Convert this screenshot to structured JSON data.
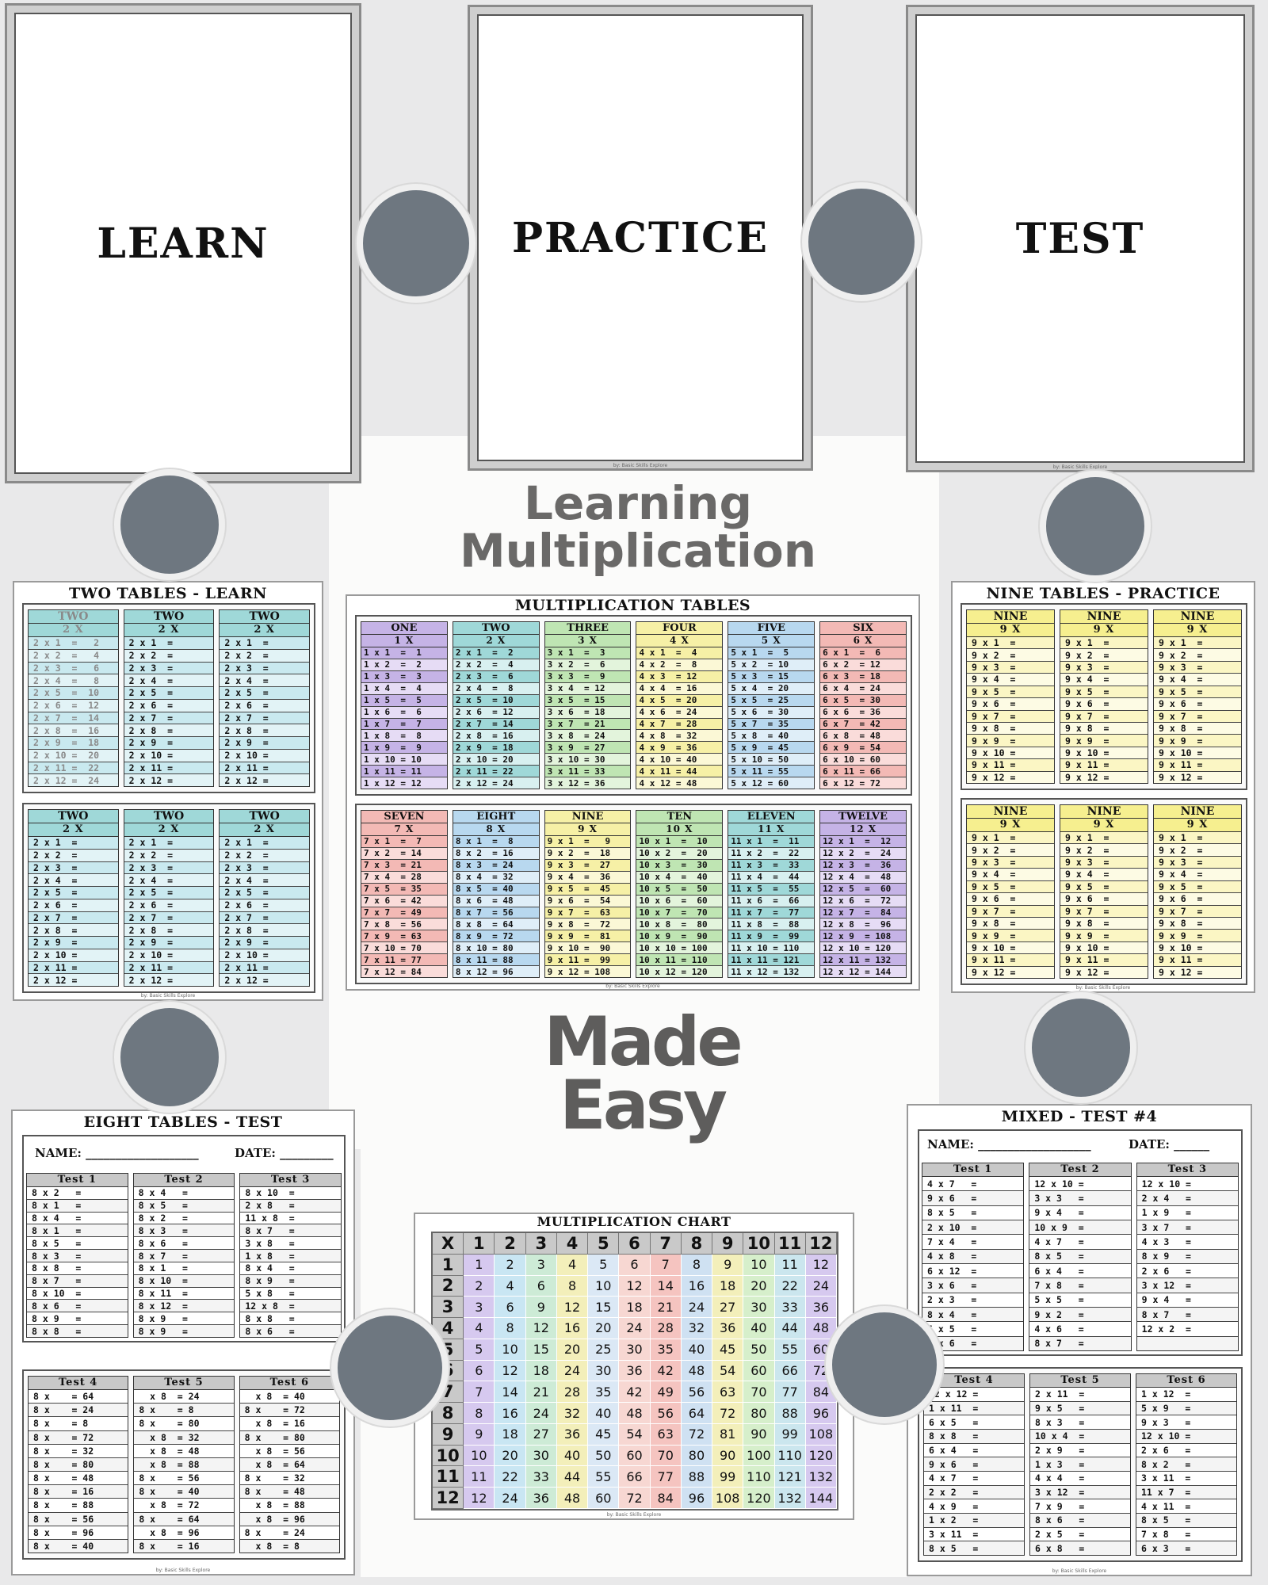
{
  "cards": [
    {
      "word": "LEARN"
    },
    {
      "word": "PRACTICE",
      "credit": "by: Basic Skills Explore"
    },
    {
      "word": "TEST",
      "credit": "by: Basic Skills Explore"
    }
  ],
  "headline": {
    "top": "Learning Multiplication",
    "bottom": "Made Easy"
  },
  "two_tables_learn": {
    "title": "TWO TABLES - LEARN",
    "column_name": "TWO",
    "column_head": "2 X",
    "answered": [
      "2 x 1  =   2",
      "2 x 2  =   4",
      "2 x 3  =   6",
      "2 x 4  =   8",
      "2 x 5  =  10",
      "2 x 6  =  12",
      "2 x 7  =  14",
      "2 x 8  =  16",
      "2 x 9  =  18",
      "2 x 10 =  20",
      "2 x 11 =  22",
      "2 x 12 =  24"
    ],
    "blank": [
      "2 x 1  =",
      "2 x 2  =",
      "2 x 3  =",
      "2 x 4  =",
      "2 x 5  =",
      "2 x 6  =",
      "2 x 7  =",
      "2 x 8  =",
      "2 x 9  =",
      "2 x 10 =",
      "2 x 11 =",
      "2 x 12 ="
    ],
    "credit": "by: Basic Skills Explore"
  },
  "multiplication_tables": {
    "title": "MULTIPLICATION TABLES",
    "tables": [
      {
        "name": "ONE",
        "head": "1 X",
        "color": "#c5b3e6",
        "light": "#e6dcf5",
        "rows": [
          "1 x 1  =  1",
          "1 x 2  =  2",
          "1 x 3  =  3",
          "1 x 4  =  4",
          "1 x 5  =  5",
          "1 x 6  =  6",
          "1 x 7  =  7",
          "1 x 8  =  8",
          "1 x 9  =  9",
          "1 x 10 = 10",
          "1 x 11 = 11",
          "1 x 12 = 12"
        ]
      },
      {
        "name": "TWO",
        "head": "2 X",
        "color": "#9fd8d8",
        "light": "#d8f0f0",
        "rows": [
          "2 x 1  =  2",
          "2 x 2  =  4",
          "2 x 3  =  6",
          "2 x 4  =  8",
          "2 x 5  = 10",
          "2 x 6  = 12",
          "2 x 7  = 14",
          "2 x 8  = 16",
          "2 x 9  = 18",
          "2 x 10 = 20",
          "2 x 11 = 22",
          "2 x 12 = 24"
        ]
      },
      {
        "name": "THREE",
        "head": "3 X",
        "color": "#bfe5b3",
        "light": "#e3f4dc",
        "rows": [
          "3 x 1  =  3",
          "3 x 2  =  6",
          "3 x 3  =  9",
          "3 x 4  = 12",
          "3 x 5  = 15",
          "3 x 6  = 18",
          "3 x 7  = 21",
          "3 x 8  = 24",
          "3 x 9  = 27",
          "3 x 10 = 30",
          "3 x 11 = 33",
          "3 x 12 = 36"
        ]
      },
      {
        "name": "FOUR",
        "head": "4 X",
        "color": "#f6f0a6",
        "light": "#fbf8d6",
        "rows": [
          "4 x 1  =  4",
          "4 x 2  =  8",
          "4 x 3  = 12",
          "4 x 4  = 16",
          "4 x 5  = 20",
          "4 x 6  = 24",
          "4 x 7  = 28",
          "4 x 8  = 32",
          "4 x 9  = 36",
          "4 x 10 = 40",
          "4 x 11 = 44",
          "4 x 12 = 48"
        ]
      },
      {
        "name": "FIVE",
        "head": "5 X",
        "color": "#b8d8ef",
        "light": "#dfeef8",
        "rows": [
          "5 x 1  =  5",
          "5 x 2  = 10",
          "5 x 3  = 15",
          "5 x 4  = 20",
          "5 x 5  = 25",
          "5 x 6  = 30",
          "5 x 7  = 35",
          "5 x 8  = 40",
          "5 x 9  = 45",
          "5 x 10 = 50",
          "5 x 11 = 55",
          "5 x 12 = 60"
        ]
      },
      {
        "name": "SIX",
        "head": "6 X",
        "color": "#f3b9b5",
        "light": "#fadcda",
        "rows": [
          "6 x 1  =  6",
          "6 x 2  = 12",
          "6 x 3  = 18",
          "6 x 4  = 24",
          "6 x 5  = 30",
          "6 x 6  = 36",
          "6 x 7  = 42",
          "6 x 8  = 48",
          "6 x 9  = 54",
          "6 x 10 = 60",
          "6 x 11 = 66",
          "6 x 12 = 72"
        ]
      },
      {
        "name": "SEVEN",
        "head": "7 X",
        "color": "#f3b9b5",
        "light": "#fadcda",
        "rows": [
          "7 x 1  =  7",
          "7 x 2  = 14",
          "7 x 3  = 21",
          "7 x 4  = 28",
          "7 x 5  = 35",
          "7 x 6  = 42",
          "7 x 7  = 49",
          "7 x 8  = 56",
          "7 x 9  = 63",
          "7 x 10 = 70",
          "7 x 11 = 77",
          "7 x 12 = 84"
        ]
      },
      {
        "name": "EIGHT",
        "head": "8 X",
        "color": "#b8d8ef",
        "light": "#dfeef8",
        "rows": [
          "8 x 1  =  8",
          "8 x 2  = 16",
          "8 x 3  = 24",
          "8 x 4  = 32",
          "8 x 5  = 40",
          "8 x 6  = 48",
          "8 x 7  = 56",
          "8 x 8  = 64",
          "8 x 9  = 72",
          "8 x 10 = 80",
          "8 x 11 = 88",
          "8 x 12 = 96"
        ]
      },
      {
        "name": "NINE",
        "head": "9 X",
        "color": "#f6f0a6",
        "light": "#fbf8d6",
        "rows": [
          "9 x 1  =   9",
          "9 x 2  =  18",
          "9 x 3  =  27",
          "9 x 4  =  36",
          "9 x 5  =  45",
          "9 x 6  =  54",
          "9 x 7  =  63",
          "9 x 8  =  72",
          "9 x 9  =  81",
          "9 x 10 =  90",
          "9 x 11 =  99",
          "9 x 12 = 108"
        ]
      },
      {
        "name": "TEN",
        "head": "10 X",
        "color": "#bfe5b3",
        "light": "#e3f4dc",
        "rows": [
          "10 x 1  =  10",
          "10 x 2  =  20",
          "10 x 3  =  30",
          "10 x 4  =  40",
          "10 x 5  =  50",
          "10 x 6  =  60",
          "10 x 7  =  70",
          "10 x 8  =  80",
          "10 x 9  =  90",
          "10 x 10 = 100",
          "10 x 11 = 110",
          "10 x 12 = 120"
        ]
      },
      {
        "name": "ELEVEN",
        "head": "11 X",
        "color": "#9fd8d8",
        "light": "#d8f0f0",
        "rows": [
          "11 x 1  =  11",
          "11 x 2  =  22",
          "11 x 3  =  33",
          "11 x 4  =  44",
          "11 x 5  =  55",
          "11 x 6  =  66",
          "11 x 7  =  77",
          "11 x 8  =  88",
          "11 x 9  =  99",
          "11 x 10 = 110",
          "11 x 11 = 121",
          "11 x 12 = 132"
        ]
      },
      {
        "name": "TWELVE",
        "head": "12 X",
        "color": "#c5b3e6",
        "light": "#e6dcf5",
        "rows": [
          "12 x 1  =  12",
          "12 x 2  =  24",
          "12 x 3  =  36",
          "12 x 4  =  48",
          "12 x 5  =  60",
          "12 x 6  =  72",
          "12 x 7  =  84",
          "12 x 8  =  96",
          "12 x 9  = 108",
          "12 x 10 = 120",
          "12 x 11 = 132",
          "12 x 12 = 144"
        ]
      }
    ],
    "credit": "by: Basic Skills Explore"
  },
  "nine_tables_practice": {
    "title": "NINE TABLES - PRACTICE",
    "column_name": "NINE",
    "column_head": "9 X",
    "blank": [
      "9 x 1  =",
      "9 x 2  =",
      "9 x 3  =",
      "9 x 4  =",
      "9 x 5  =",
      "9 x 6  =",
      "9 x 7  =",
      "9 x 8  =",
      "9 x 9  =",
      "9 x 10 =",
      "9 x 11 =",
      "9 x 12 ="
    ],
    "credit": "by: Basic Skills Explore"
  },
  "eight_tables_test": {
    "title": "EIGHT TABLES - TEST",
    "name_label": "NAME: ___________________",
    "date_label": "DATE: _________",
    "tests": [
      {
        "label": "Test 1",
        "rows": [
          "8 x 2   =",
          "8 x 1   =",
          "8 x 4   =",
          "8 x 1   =",
          "8 x 5   =",
          "8 x 3   =",
          "8 x 8   =",
          "8 x 7   =",
          "8 x 10  =",
          "8 x 6   =",
          "8 x 9   =",
          "8 x 8   ="
        ]
      },
      {
        "label": "Test 2",
        "rows": [
          "8 x 4   =",
          "8 x 5   =",
          "8 x 2   =",
          "8 x 3   =",
          "8 x 6   =",
          "8 x 7   =",
          "8 x 1   =",
          "8 x 10  =",
          "8 x 11  =",
          "8 x 12  =",
          "8 x 9   =",
          "8 x 9   ="
        ]
      },
      {
        "label": "Test 3",
        "rows": [
          "8 x 10  =",
          "2 x 8   =",
          "11 x 8  =",
          "8 x 7   =",
          "3 x 8   =",
          "1 x 8   =",
          "8 x 4   =",
          "8 x 9   =",
          "5 x 8   =",
          "12 x 8  =",
          "8 x 8   =",
          "8 x 6   ="
        ]
      },
      {
        "label": "Test 4",
        "rows": [
          "8 x    = 64",
          "8 x    = 24",
          "8 x    = 8",
          "8 x    = 72",
          "8 x    = 32",
          "8 x    = 80",
          "8 x    = 48",
          "8 x    = 16",
          "8 x    = 88",
          "8 x    = 56",
          "8 x    = 96",
          "8 x    = 40"
        ]
      },
      {
        "label": "Test 5",
        "rows": [
          "  x 8  = 24",
          "8 x    = 8",
          "8 x    = 80",
          "  x 8  = 32",
          "  x 8  = 48",
          "  x 8  = 88",
          "8 x    = 56",
          "8 x    = 40",
          "  x 8  = 72",
          "8 x    = 64",
          "  x 8  = 96",
          "8 x    = 16"
        ]
      },
      {
        "label": "Test 6",
        "rows": [
          "  x 8  = 40",
          "8 x    = 72",
          "  x 8  = 16",
          "8 x    = 80",
          "  x 8  = 56",
          "  x 8  = 64",
          "8 x    = 32",
          "8 x    = 48",
          "  x 8  = 88",
          "  x 8  = 96",
          "8 x    = 24",
          "  x 8  = 8"
        ]
      }
    ],
    "credit": "by: Basic Skills Explore"
  },
  "multiplication_chart": {
    "title": "MULTIPLICATION CHART",
    "corner": "X",
    "numbers": [
      "1",
      "2",
      "3",
      "4",
      "5",
      "6",
      "7",
      "8",
      "9",
      "10",
      "11",
      "12"
    ],
    "column_colors": [
      "#d6c9ef",
      "#c9e6f3",
      "#cdebd6",
      "#f3efba",
      "#dbe8f5",
      "#f7d7d2",
      "#f5c4c0",
      "#cfe1f2",
      "#f3efba",
      "#d6efcb",
      "#cbe6ee",
      "#d6c9ef"
    ],
    "credit": "by: Basic Skills Explore"
  },
  "mixed_test": {
    "title": "MIXED - TEST #4",
    "name_label": "NAME: ___________________",
    "date_label": "DATE: ______",
    "tests": [
      {
        "label": "Test 1",
        "rows": [
          "4 x 7   =",
          "9 x 6   =",
          "8 x 5   =",
          "2 x 10  =",
          "7 x 4   =",
          "4 x 8   =",
          "6 x 12  =",
          "3 x 6   =",
          "2 x 3   =",
          "8 x 4   =",
          "5 x 5   =",
          "6 x 6   ="
        ]
      },
      {
        "label": "Test 2",
        "rows": [
          "12 x 10 =",
          "3 x 3   =",
          "9 x 4   =",
          "10 x 9  =",
          "4 x 7   =",
          "8 x 5   =",
          "6 x 4   =",
          "7 x 8   =",
          "5 x 5   =",
          "9 x 2   =",
          "4 x 6   =",
          "8 x 7   ="
        ]
      },
      {
        "label": "Test 3",
        "rows": [
          "12 x 10 =",
          "2 x 4   =",
          "1 x 9   =",
          "3 x 7   =",
          "4 x 3   =",
          "8 x 9   =",
          "2 x 6   =",
          "3 x 12  =",
          "9 x 4   =",
          "8 x 7   =",
          "12 x 2  =",
          ""
        ]
      },
      {
        "label": "Test 4",
        "rows": [
          "12 x 12 =",
          "1 x 11  =",
          "6 x 5   =",
          "8 x 8   =",
          "6 x 4   =",
          "9 x 6   =",
          "4 x 7   =",
          "2 x 2   =",
          "4 x 9   =",
          "1 x 2   =",
          "3 x 11  =",
          "8 x 5   ="
        ]
      },
      {
        "label": "Test 5",
        "rows": [
          "2 x 11  =",
          "9 x 5   =",
          "8 x 3   =",
          "10 x 4  =",
          "2 x 9   =",
          "1 x 3   =",
          "4 x 4   =",
          "3 x 12  =",
          "7 x 9   =",
          "8 x 6   =",
          "2 x 5   =",
          "6 x 8   ="
        ]
      },
      {
        "label": "Test 6",
        "rows": [
          "1 x 12  =",
          "5 x 9   =",
          "9 x 3   =",
          "12 x 10 =",
          "2 x 6   =",
          "8 x 2   =",
          "3 x 11  =",
          "11 x 7  =",
          "4 x 11  =",
          "8 x 5   =",
          "7 x 8   =",
          "6 x 3   ="
        ]
      }
    ],
    "credit": "by: Basic Skills Explore"
  }
}
